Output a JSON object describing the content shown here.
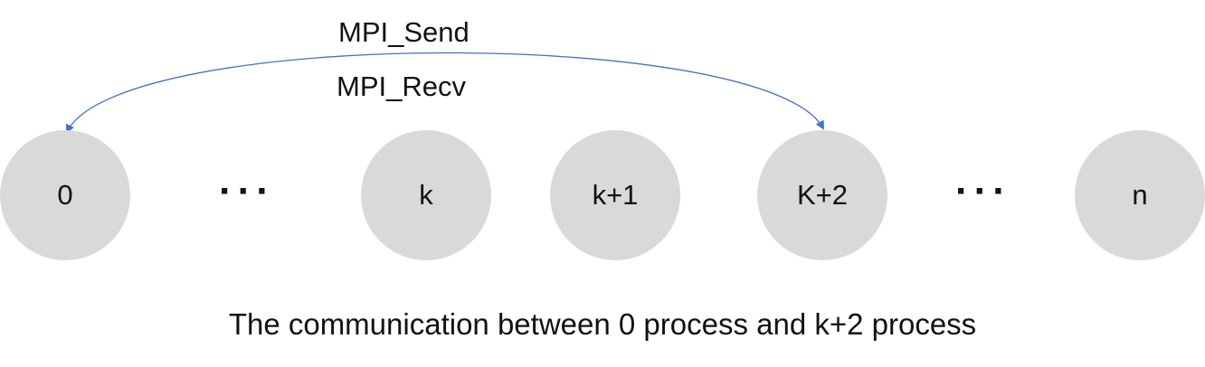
{
  "colors": {
    "node_fill": "#d9d9d9",
    "arrow": "#4472c4",
    "text": "#111111"
  },
  "arrow_labels": {
    "send": "MPI_Send",
    "recv": "MPI_Recv"
  },
  "nodes": [
    {
      "label": "0"
    },
    {
      "label": "k"
    },
    {
      "label": "k+1"
    },
    {
      "label": "K+2"
    },
    {
      "label": "n"
    }
  ],
  "ellipses": [
    "···",
    "···"
  ],
  "caption": "The communication between 0 process and k+2 process"
}
